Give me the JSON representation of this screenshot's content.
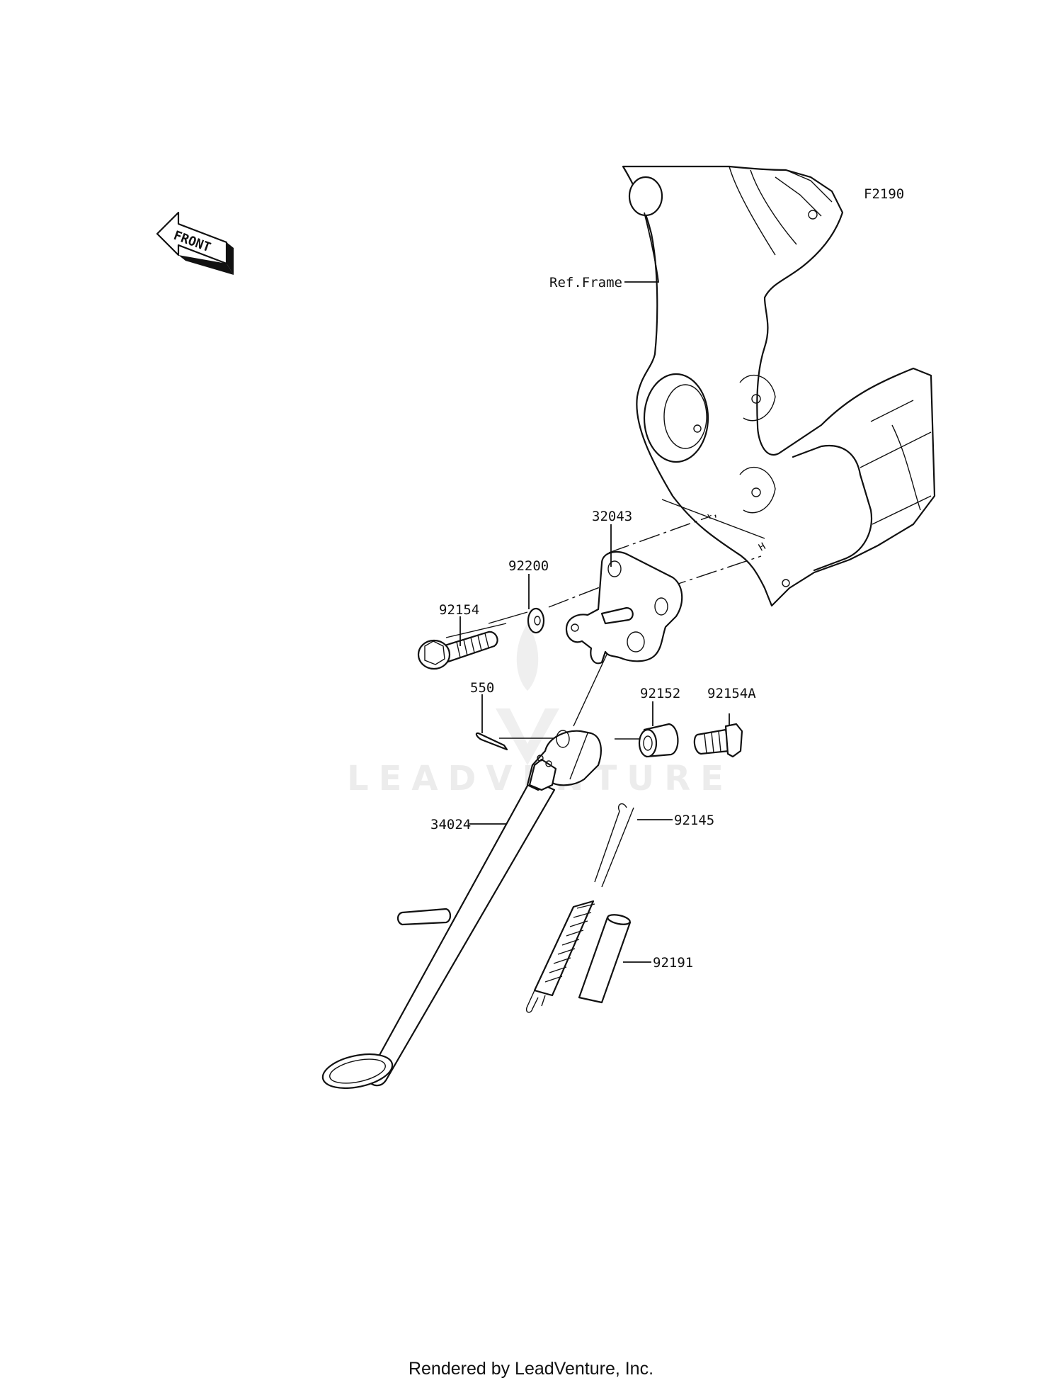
{
  "diagram_code": "F2190",
  "front_badge": "FRONT",
  "watermark": "LEADVENTURE",
  "footer": "Rendered by LeadVenture, Inc.",
  "callouts": {
    "ref_frame": "Ref.Frame",
    "bracket": "32043",
    "washer": "92200",
    "bolt": "92154",
    "cotter_pin": "550",
    "collar": "92152",
    "pivot_bolt": "92154A",
    "stand": "34024",
    "spring": "92145",
    "tube": "92191"
  }
}
